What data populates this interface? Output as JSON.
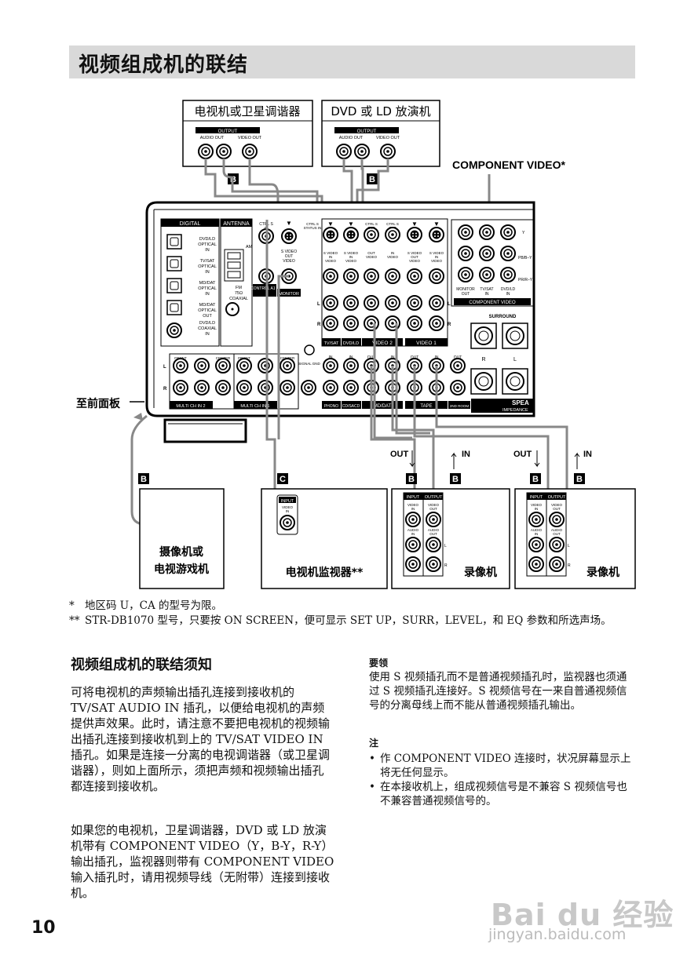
{
  "page_title": "视频组成机的联结",
  "diagram": {
    "tv_tuner_label": "电视机或卫星调谐器",
    "dvd_ld_label": "DVD 或 LD 放演机",
    "component_video_label": "COMPONENT VIDEO*",
    "output_label": "OUTPUT",
    "input_label": "INPUT",
    "audio_out_label": "AUDIO OUT",
    "video_out_label": "VIDEO OUT",
    "r_label": "R",
    "l_label": "L",
    "tag_b": "B",
    "tag_c": "C",
    "front_panel_label": "至前面板",
    "camcorder_label_1": "摄像机或",
    "camcorder_label_2": "电视游戏机",
    "tv_monitor_label": "电视机监视器**",
    "vcr_label": "录像机",
    "out_label": "OUT",
    "in_label": "IN",
    "panel": {
      "digital": "DIGITAL",
      "antenna": "ANTENNA",
      "digital_inputs": [
        "DVD/LD OPTICAL IN",
        "TV/SAT OPTICAL IN",
        "MD/DAT OPTICAL IN",
        "MD/DAT OPTICAL OUT",
        "DVD/LD COAXIAL IN"
      ],
      "am": "AM",
      "fm": "FM 75Ω COAXIAL",
      "control_a1": "CONTROL A1 II",
      "monitor": "MONITOR",
      "ctrl_s_in": "CTRL S IN",
      "ctrl_s_status_in": "CTRL S STATUS IN",
      "ctrl_s_out": "CTRL S OUT",
      "s_video": "S VIDEO",
      "video": "VIDEO",
      "audio": "AUDIO",
      "tv_sat": "TV/SAT",
      "dvd_ld": "DVD/LD",
      "video2": "VIDEO 2",
      "video1": "VIDEO 1",
      "surround": "SURROUND",
      "component_video": "COMPONENT VIDEO",
      "monitor_out": "MONITOR OUT",
      "tv_sat_in": "TV/SAT IN",
      "dvd_ld_in": "DVD/LD IN",
      "y": "Y",
      "pb": "PB/B–Y",
      "pr": "PR/R–Y",
      "multi_ch_in2": "MULTI CH IN 2",
      "multi_ch_in1": "MULTI CH IN 1",
      "phono": "PHONO",
      "cd_sacd": "CD/SACD",
      "md_dat": "MD/DAT",
      "tape": "TAPE",
      "second_room": "2ND ROOM",
      "speakers": "SPEA",
      "impedance": "IMPEDANCE",
      "front": "FRONT",
      "center": "CENTER",
      "sub_woofer": "SUB WOOFER",
      "surround_back": "SURROUND BACK",
      "signal_gnd": "SIGNAL GND",
      "in": "IN",
      "out": "OUT"
    }
  },
  "footnotes": [
    {
      "mark": "*",
      "text": "地区码 U，CA 的型号为限。"
    },
    {
      "mark": "**",
      "text": "STR-DB1070 型号，只要按 ON SCREEN，便可显示 SET UP，SURR，LEVEL，和 EQ 参数和所选声场。"
    }
  ],
  "section_heading": "视频组成机的联结须知",
  "left_paragraphs": [
    "可将电视机的声频输出插孔连接到接收机的 TV/SAT AUDIO IN 插孔，以便给电视机的声频提供声效果。此时，请注意不要把电视机的视频输出插孔连接到接收机到上的 TV/SAT VIDEO IN 插孔。如果是连接一分离的电视调谐器（或卫星调谐器），则如上面所示，须把声频和视频输出插孔都连接到接收机。",
    "如果您的电视机，卫星调谐器，DVD 或 LD 放演机带有 COMPONENT VIDEO（Y，B-Y，R-Y）输出插孔，监视器则带有 COMPONENT VIDEO 输入插孔时，请用视频导线（无附带）连接到接收机。"
  ],
  "tip_heading": "要领",
  "tip_text": "使用 S 视频插孔而不是普通视频插孔时，监视器也须通过 S 视频插孔连接好。S 视频信号在一来自普通视频信号的分离母线上而不能从普通视频插孔输出。",
  "note_heading": "注",
  "notes": [
    "作 COMPONENT VIDEO 连接时，状况屏幕显示上将无任何显示。",
    "在本接收机上，组成视频信号是不兼容 S 视频信号也不兼容普通视频信号的。"
  ],
  "page_number": "10",
  "watermark": {
    "main": "Bai du 经验",
    "sub": "jingyan.baidu.com"
  }
}
